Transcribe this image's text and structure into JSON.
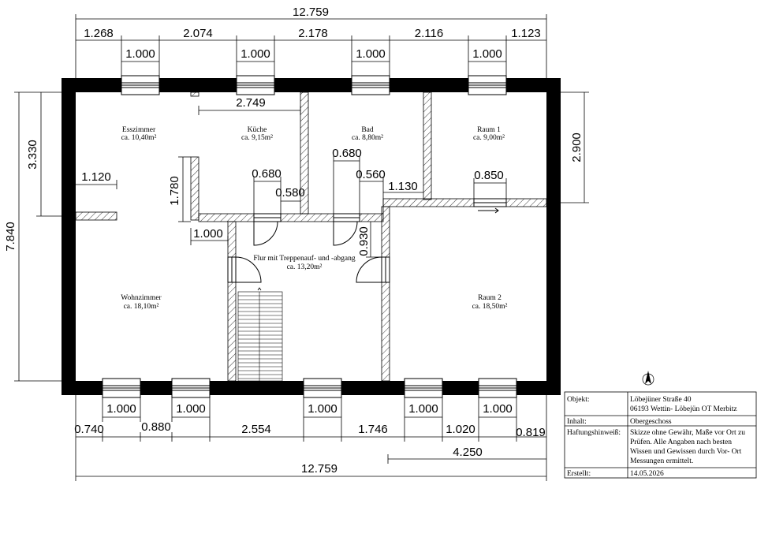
{
  "dimensions": {
    "top_total": "12.759",
    "top_segments": [
      "1.268",
      "2.074",
      "2.178",
      "2.116",
      "1.123"
    ],
    "top_windows": [
      "1.000",
      "1.000",
      "1.000",
      "1.000"
    ],
    "left_total": "7.840",
    "left_upper": "3.330",
    "right_upper": "2.900",
    "bottom_windows": [
      "1.000",
      "1.000",
      "1.000",
      "1.000",
      "1.000"
    ],
    "bottom_segments": [
      "0.740",
      "0.880",
      "2.554",
      "1.746",
      "1.020",
      "0.819"
    ],
    "bottom_sub": "4.250",
    "bottom_total": "12.759",
    "kitchen_width": "2.749",
    "ess_wall": "1.120",
    "kitchen_wall": "1.780",
    "flur_left": "1.000",
    "door_kitchen": "0.680",
    "kitchen_gap": "0.580",
    "door_bad": "0.680",
    "bad_gap": "0.560",
    "bad_right": "1.130",
    "door_raum1": "0.850",
    "flur_right": "0.930"
  },
  "rooms": [
    {
      "name": "Esszimmer",
      "area": "ca. 10,40m²"
    },
    {
      "name": "Küche",
      "area": "ca. 9,15m²"
    },
    {
      "name": "Bad",
      "area": "ca. 8,80m²"
    },
    {
      "name": "Raum 1",
      "area": "ca. 9,00m²"
    },
    {
      "name": "Flur mit Treppenauf- und -abgang",
      "area": "ca. 13,20m²"
    },
    {
      "name": "Wohnzimmer",
      "area": "ca. 18,10m²"
    },
    {
      "name": "Raum 2",
      "area": "ca. 18,50m²"
    }
  ],
  "title_block": {
    "object_label": "Objekt:",
    "object_line1": "Löbejüner Straße 40",
    "object_line2": "06193 Wettin- Löbejün OT Merbitz",
    "content_label": "Inhalt:",
    "content_value": "Obergeschoss",
    "note_label": "Haftungshinweiß:",
    "note_lines": [
      "Skizze ohne Gewähr, Maße vor Ort zu",
      "Prüfen. Alle Angaben nach besten",
      "Wissen und Gewissen durch Vor- Ort",
      "Messungen ermittelt."
    ],
    "created_label": "Erstellt:",
    "created_value": "14.05.2026"
  }
}
